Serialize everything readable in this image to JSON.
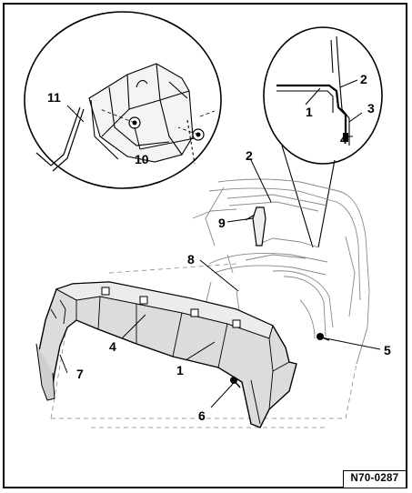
{
  "diagram": {
    "reference_code": "N70-0287",
    "callouts": {
      "c1_main": "1",
      "c1_detail": "1",
      "c2_upper": "2",
      "c2_detail": "2",
      "c3": "3",
      "c4_detail": "4",
      "c4_main": "4",
      "c5": "5",
      "c6": "6",
      "c7": "7",
      "c8": "8",
      "c9": "9",
      "c10": "10",
      "c11": "11"
    }
  }
}
